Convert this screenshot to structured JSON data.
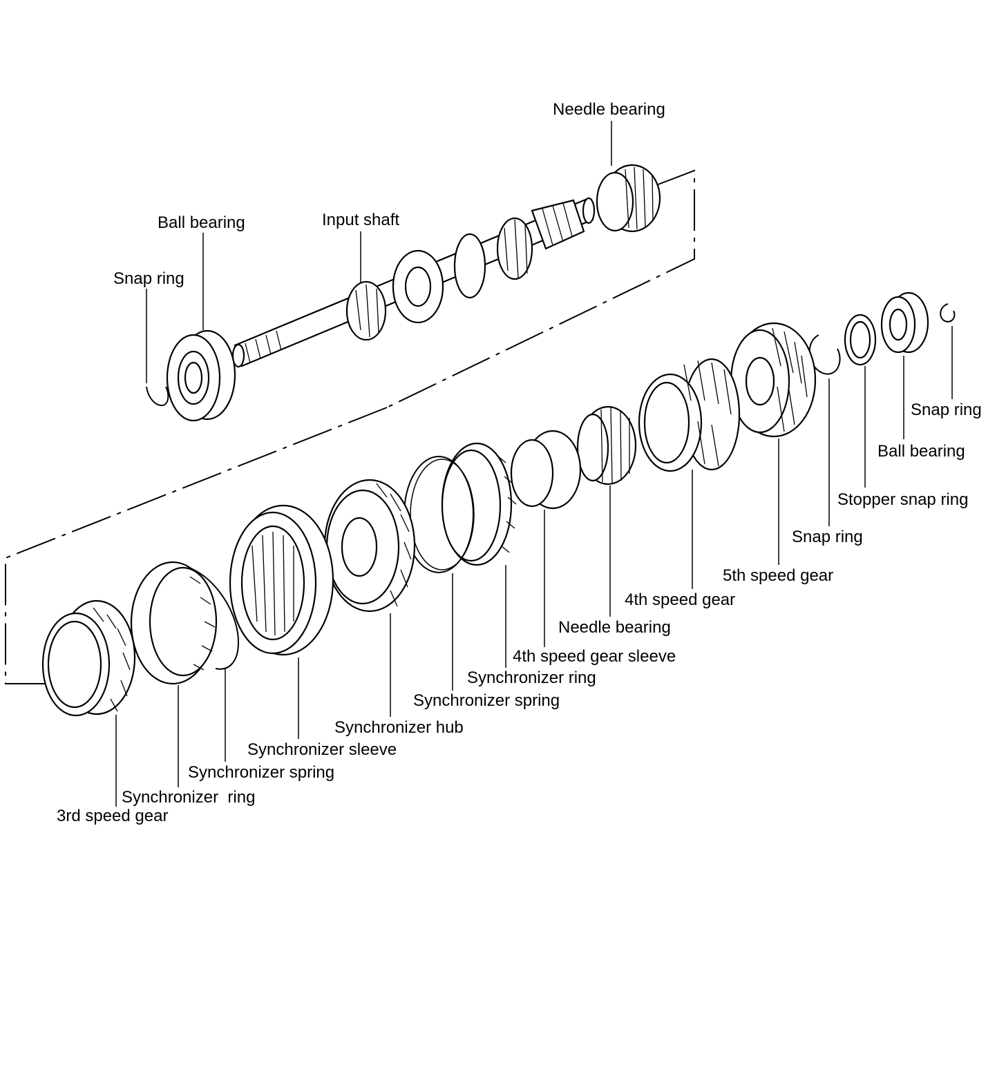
{
  "labels": {
    "needle_bearing_top": "Needle bearing",
    "ball_bearing_left": "Ball bearing",
    "input_shaft": "Input shaft",
    "snap_ring_left": "Snap ring",
    "snap_ring_right": "Snap ring",
    "ball_bearing_right": "Ball bearing",
    "stopper_snap_ring": "Stopper snap ring",
    "snap_ring_mid": "Snap ring",
    "fifth_speed_gear": "5th speed gear",
    "fourth_speed_gear": "4th speed gear",
    "needle_bearing_lower": "Needle bearing",
    "fourth_speed_gear_sleeve": "4th speed gear sleeve",
    "synchronizer_ring_4th": "Synchronizer ring",
    "synchronizer_spring_4th": "Synchronizer spring",
    "synchronizer_hub": "Synchronizer hub",
    "synchronizer_sleeve": "Synchronizer sleeve",
    "synchronizer_spring_3rd": "Synchronizer spring",
    "synchronizer_ring_3rd": "Synchronizer  ring",
    "third_speed_gear": "3rd speed gear"
  },
  "colors": {
    "ink": "#000000",
    "paper": "#ffffff"
  }
}
